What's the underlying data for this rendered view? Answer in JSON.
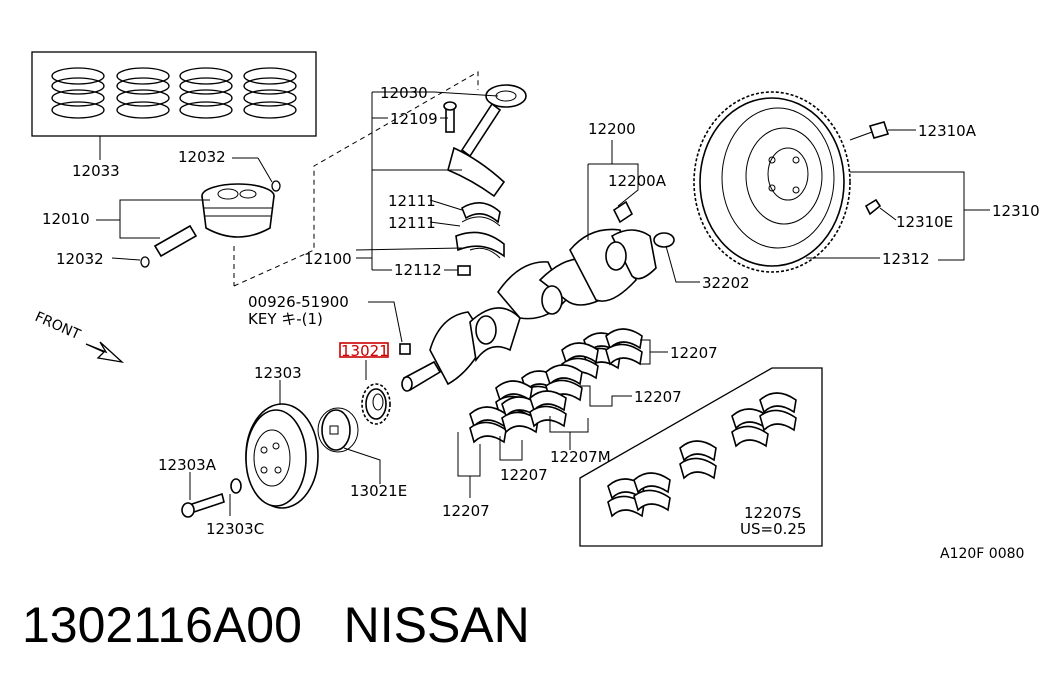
{
  "diagram": {
    "parts": {
      "p12033": "12033",
      "p12032a": "12032",
      "p12010": "12010",
      "p12032b": "12032",
      "p12030": "12030",
      "p12109": "12109",
      "p12111a": "12111",
      "p12111b": "12111",
      "p12100": "12100",
      "p12112": "12112",
      "p12200": "12200",
      "p12200A": "12200A",
      "p32202": "32202",
      "p12310A": "12310A",
      "p12310": "12310",
      "p12310E": "12310E",
      "p12312": "12312",
      "p00926": "00926-51900",
      "key": "KEY キ-(1)",
      "front": "FRONT",
      "p13021": "13021",
      "p12303": "12303",
      "p12303A": "12303A",
      "p12303C": "12303C",
      "p13021E": "13021E",
      "p12207a": "12207",
      "p12207b": "12207",
      "p12207c": "12207",
      "p12207d": "12207",
      "p12207M": "12207M",
      "p12207S": "12207S",
      "us": "US=0.25",
      "code": "A120F 0080"
    },
    "highlight_color": "#cc0000"
  },
  "footer": {
    "part_number": "1302116A00",
    "brand": "NISSAN"
  }
}
